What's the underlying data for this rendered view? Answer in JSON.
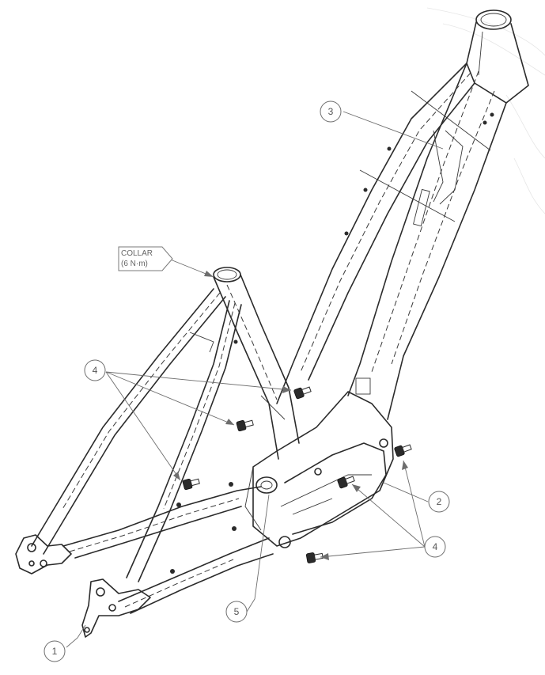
{
  "drawing": {
    "collar_label_line1": "COLLAR",
    "collar_label_line2": "(6 N·m)",
    "callouts": [
      {
        "id": "callout-1",
        "label": "1"
      },
      {
        "id": "callout-2",
        "label": "2"
      },
      {
        "id": "callout-3",
        "label": "3"
      },
      {
        "id": "callout-4-left",
        "label": "4"
      },
      {
        "id": "callout-4-right",
        "label": "4"
      },
      {
        "id": "callout-5",
        "label": "5"
      }
    ]
  },
  "colors": {
    "linework": "#2b2b2b",
    "leader": "#6d6d6d",
    "background": "#ffffff"
  }
}
